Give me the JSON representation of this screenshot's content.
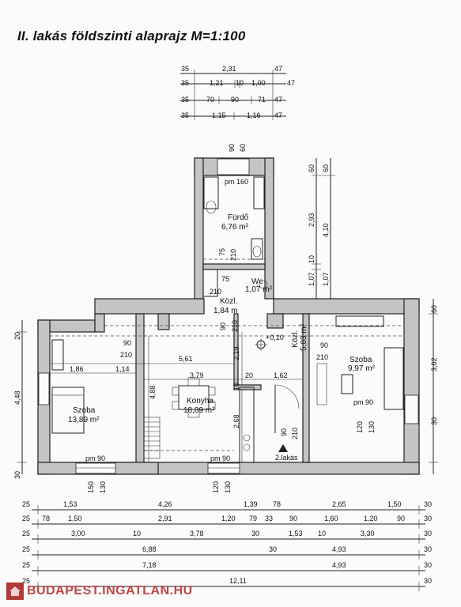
{
  "title": "II. lakás földszinti alaprajz  M=1:100",
  "top_dims": [
    {
      "left": "35",
      "mids": [
        "2,31"
      ],
      "right": "47"
    },
    {
      "left": "35",
      "mids": [
        "1,21",
        "10",
        "1,00"
      ],
      "right": "47"
    },
    {
      "left": "35",
      "mids": [
        "70",
        "90",
        "71"
      ],
      "right": "47"
    },
    {
      "left": "35",
      "mids": [
        "1,15",
        "1,16"
      ],
      "right": "47"
    }
  ],
  "rooms": {
    "furdo_name": "Fürdő",
    "furdo_area": "6,76 m²",
    "wc_name": "Wc",
    "wc_area": "1,07 m²",
    "kozl1_name": "Közl.",
    "kozl1_area": "1,84 m",
    "kozl2_name": "Közl.",
    "kozl2_area": "5,03 m²",
    "szoba1_name": "Szoba",
    "szoba1_area": "13,89 m²",
    "konyha_name": "Konyha",
    "konyha_area": "18,89 m²",
    "szoba2_name": "Szoba",
    "szoba2_area": "9,97 m²"
  },
  "labels": {
    "pm160": "pm 160",
    "pm90_a": "pm 90",
    "pm90_b": "pm 90",
    "pm90_c": "pm 90",
    "level": "+0,10",
    "entrance": "2.lakás",
    "d_90a": "90",
    "d_210a": "210",
    "d_90b": "90",
    "d_210b": "210",
    "d_75a": "75",
    "d_210c": "210",
    "d_75b": "75",
    "d_210d": "210",
    "d_90c": "90",
    "d_60a": "60",
    "d_90d": "90",
    "d_210e": "210",
    "v_210f": "210",
    "d_150": "150",
    "d_130a": "130",
    "d_120a": "120",
    "d_130b": "130",
    "d_120b": "120",
    "d_130c": "130"
  },
  "inner_dims": {
    "d561": "5,61",
    "d186": "1,86",
    "d114": "1,14",
    "d379": "3,79",
    "d20": "20",
    "d162": "1,62",
    "d219": "2,19",
    "d488": "4,88",
    "d268": "2,68",
    "d10": "10"
  },
  "right_dims": {
    "r60a": "60",
    "r60b": "60",
    "r293": "2,93",
    "r410": "4,10",
    "r10": "10",
    "r107": "1,07",
    "r107b": "1,07",
    "r60c": "60",
    "r302": "3,02",
    "r30": "30"
  },
  "left_dims": {
    "l20": "20",
    "l448": "4,48",
    "l30": "30"
  },
  "bottom_dims": [
    {
      "vals": [
        "25",
        "1,53",
        "4,26",
        "1,39",
        "78",
        "2,65",
        "1,50",
        "30"
      ]
    },
    {
      "vals": [
        "25",
        "78",
        "1,50",
        "2,91",
        "1,20",
        "79",
        "33",
        "90",
        "1,60",
        "1,20",
        "90",
        "30"
      ]
    },
    {
      "vals": [
        "25",
        "3,00",
        "10",
        "3,78",
        "30",
        "1,53",
        "10",
        "3,30",
        "30"
      ]
    },
    {
      "vals": [
        "25",
        "6,88",
        "30",
        "4,93",
        "30"
      ]
    },
    {
      "vals": [
        "25",
        "7,18",
        "4,93",
        "30"
      ]
    },
    {
      "vals": [
        "25",
        "12,11",
        "30"
      ]
    }
  ],
  "watermark": "BUDAPEST.INGATLAN.HU",
  "colors": {
    "wall": "#c4c4c4",
    "ink": "#111111",
    "watermark": "#c04646"
  }
}
